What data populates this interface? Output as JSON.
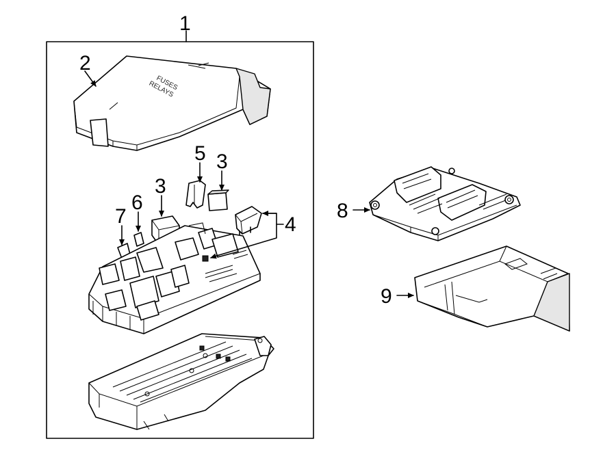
{
  "callouts": {
    "c1": "1",
    "c2": "2",
    "c3a": "3",
    "c3b": "3",
    "c4": "4",
    "c5": "5",
    "c6": "6",
    "c7": "7",
    "c8": "8",
    "c9": "9"
  },
  "cover_label": {
    "line1": "FUSES",
    "line2": "RELAYS"
  },
  "colors": {
    "line": "#000000",
    "background": "#ffffff"
  }
}
